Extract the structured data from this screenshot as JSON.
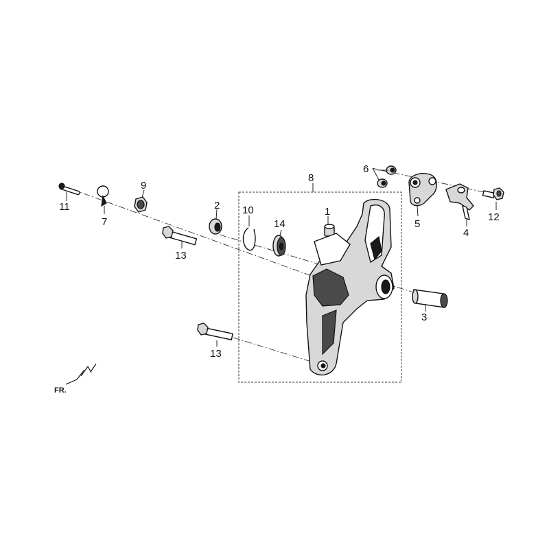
{
  "diagram": {
    "group_box_label": "8",
    "orientation_label": "FR.",
    "callouts": [
      {
        "id": "c1",
        "label": "1"
      },
      {
        "id": "c2",
        "label": "2"
      },
      {
        "id": "c3",
        "label": "3"
      },
      {
        "id": "c4",
        "label": "4"
      },
      {
        "id": "c5",
        "label": "5"
      },
      {
        "id": "c6",
        "label": "6"
      },
      {
        "id": "c7",
        "label": "7"
      },
      {
        "id": "c9",
        "label": "9"
      },
      {
        "id": "c10",
        "label": "10"
      },
      {
        "id": "c11",
        "label": "11"
      },
      {
        "id": "c12",
        "label": "12"
      },
      {
        "id": "c13a",
        "label": "13"
      },
      {
        "id": "c13b",
        "label": "13"
      },
      {
        "id": "c14",
        "label": "14"
      }
    ]
  },
  "colors": {
    "ink": "#111111",
    "paper": "#ffffff"
  }
}
